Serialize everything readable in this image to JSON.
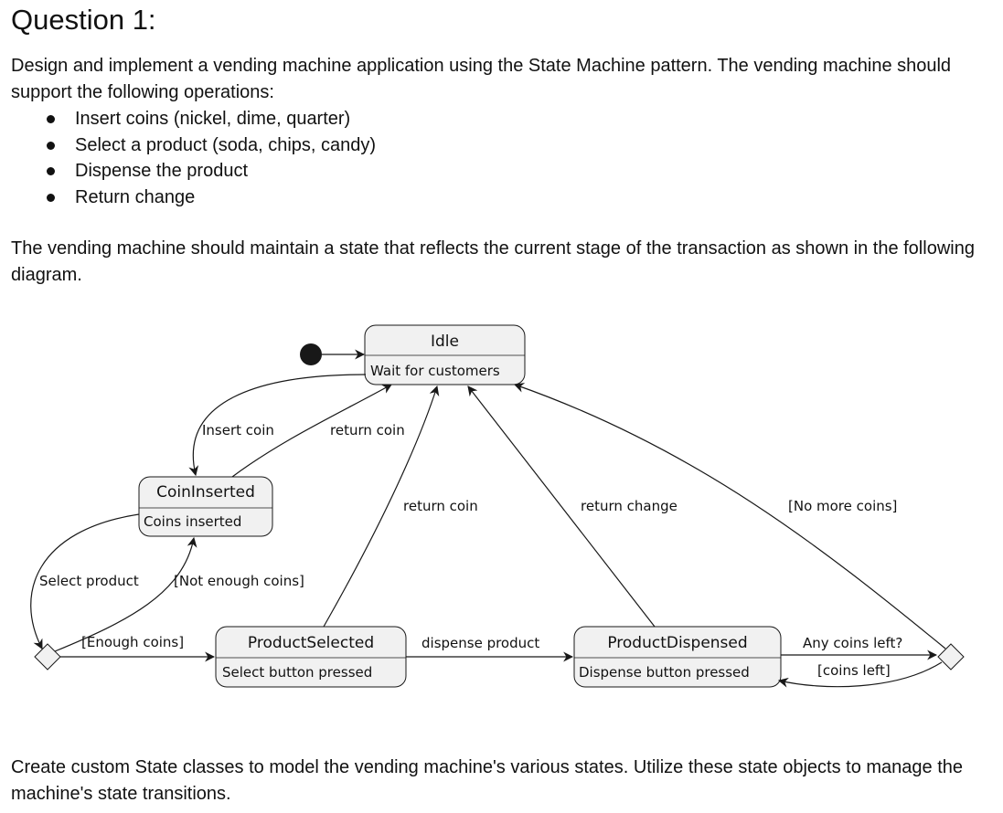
{
  "heading": "Question 1:",
  "intro": "Design and implement a vending machine application using the State Machine pattern. The vending machine should support the following operations:",
  "operations": [
    "Insert coins (nickel, dime, quarter)",
    "Select a product (soda, chips, candy)",
    "Dispense the product",
    "Return change"
  ],
  "state_intro": "The vending machine should maintain a state that reflects the current stage of the transaction as shown in the following diagram.",
  "diagram": {
    "states": {
      "idle": {
        "name": "Idle",
        "desc": "Wait for customers"
      },
      "coin_inserted": {
        "name": "CoinInserted",
        "desc": "Coins inserted"
      },
      "product_selected": {
        "name": "ProductSelected",
        "desc": "Select button pressed"
      },
      "product_dispensed": {
        "name": "ProductDispensed",
        "desc": "Dispense button pressed"
      }
    },
    "transitions": {
      "insert_coin": "Insert coin",
      "return_coin_1": "return coin",
      "return_coin_2": "return coin",
      "return_change": "return change",
      "no_more_coins": "[No more coins]",
      "select_product": "Select product",
      "not_enough_coins": "[Not enough coins]",
      "enough_coins": "[Enough coins]",
      "dispense_product": "dispense product",
      "any_coins_left": "Any coins left?",
      "coins_left": "[coins left]"
    },
    "colors": {
      "state_fill": "#f1f1f1",
      "state_border": "#181818",
      "line": "#181818"
    }
  },
  "closing": "Create custom State classes to model the vending machine's various states. Utilize these state objects to manage the machine's state transitions."
}
